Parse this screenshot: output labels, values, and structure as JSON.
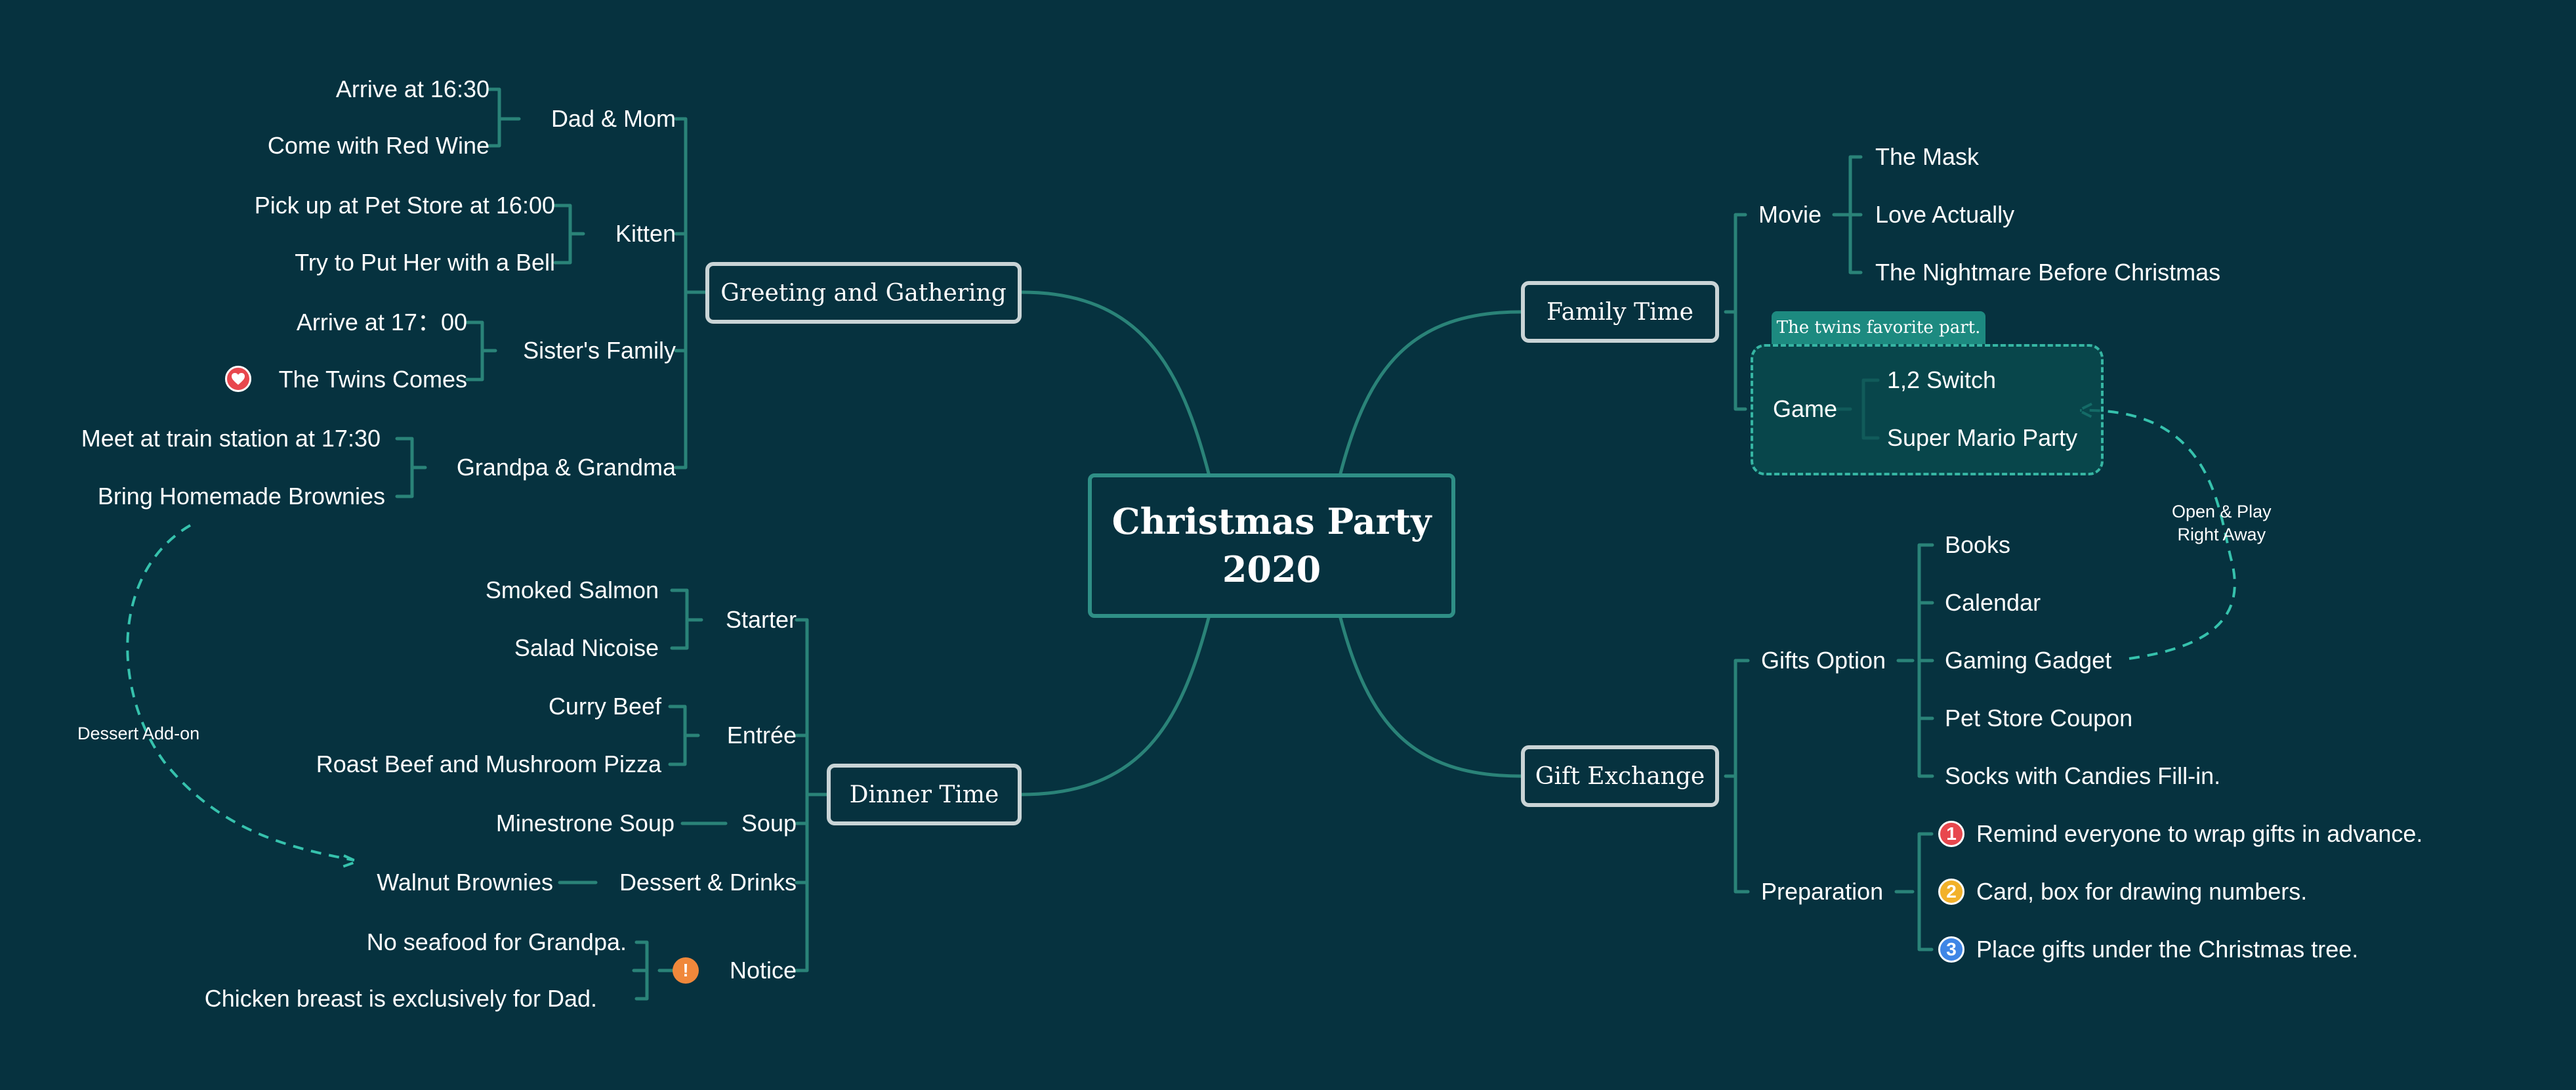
{
  "center": {
    "line1": "Christmas Party",
    "line2": "2020"
  },
  "branches": {
    "greeting": {
      "label": "Greeting and Gathering"
    },
    "dinner": {
      "label": "Dinner Time"
    },
    "family": {
      "label": "Family Time"
    },
    "gifts": {
      "label": "Gift Exchange"
    }
  },
  "greeting": {
    "dad_mom": {
      "label": "Dad & Mom",
      "items": [
        "Arrive at 16:30",
        "Come with Red Wine"
      ]
    },
    "kitten": {
      "label": "Kitten",
      "items": [
        "Pick up at Pet Store at 16:00",
        "Try to Put Her with a Bell"
      ]
    },
    "sisters": {
      "label": "Sister's Family",
      "items": [
        "Arrive at 17：00",
        "The Twins Comes"
      ]
    },
    "grandparents": {
      "label": "Grandpa & Grandma",
      "items": [
        "Meet at train station at 17:30",
        "Bring Homemade Brownies"
      ]
    }
  },
  "dinner": {
    "starter": {
      "label": "Starter",
      "items": [
        "Smoked Salmon",
        "Salad Nicoise"
      ]
    },
    "entree": {
      "label": "Entrée",
      "items": [
        "Curry Beef",
        "Roast Beef and Mushroom Pizza"
      ]
    },
    "soup": {
      "label": "Soup",
      "items": [
        "Minestrone Soup"
      ]
    },
    "dessert": {
      "label": "Dessert & Drinks",
      "items": [
        "Walnut Brownies"
      ]
    },
    "notice": {
      "label": "Notice",
      "items": [
        "No seafood for Grandpa.",
        "Chicken breast is exclusively for Dad."
      ]
    }
  },
  "family": {
    "movie": {
      "label": "Movie",
      "items": [
        "The Mask",
        "Love Actually",
        "The Nightmare Before Christmas"
      ]
    },
    "game": {
      "label": "Game",
      "items": [
        "1,2 Switch",
        "Super Mario Party"
      ]
    },
    "callout": "The twins favorite part."
  },
  "gifts": {
    "options": {
      "label": "Gifts Option",
      "items": [
        "Books",
        "Calendar",
        "Gaming Gadget",
        "Pet Store Coupon",
        "Socks with Candies Fill-in."
      ]
    },
    "preparation": {
      "label": "Preparation",
      "items": [
        "Remind everyone to wrap gifts in advance.",
        "Card, box for drawing numbers.",
        "Place gifts under the Christmas tree."
      ]
    }
  },
  "relationships": {
    "dessert_addon": "Dessert Add-on",
    "open_play_1": "Open & Play",
    "open_play_2": "Right Away"
  },
  "markers": {
    "heart": {
      "icon": "heart-icon",
      "color": "#e8474e"
    },
    "notice": {
      "icon": "exclamation-icon",
      "glyph": "!",
      "color": "#f0883b"
    },
    "priority": [
      {
        "glyph": "1",
        "color": "#e8474e"
      },
      {
        "glyph": "2",
        "color": "#f2b12a"
      },
      {
        "glyph": "3",
        "color": "#3f86e6"
      }
    ]
  },
  "colors": {
    "background": "#06323f",
    "line": "#2a8378",
    "relationship": "#36c2ad",
    "boundary": "#094e50",
    "callout": "#1d8a80"
  }
}
